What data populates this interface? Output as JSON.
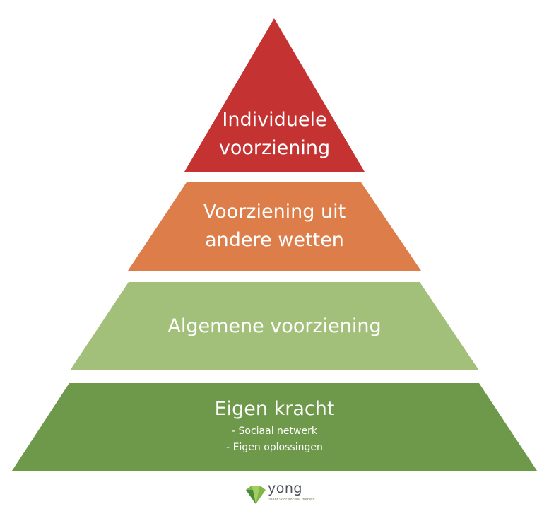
{
  "tiers": [
    {
      "name": "individuele-voorziening",
      "lines": [
        "Individuele",
        "voorziening"
      ],
      "color": "#c53232"
    },
    {
      "name": "voorziening-uit-andere-wetten",
      "lines": [
        "Voorziening uit",
        "andere wetten"
      ],
      "color": "#dc7d4a"
    },
    {
      "name": "algemene-voorziening",
      "lines": [
        "Algemene voorziening"
      ],
      "color": "#a3c07a"
    },
    {
      "name": "eigen-kracht",
      "lines": [
        "Eigen kracht"
      ],
      "sublines": [
        "- Sociaal netwerk",
        "- Eigen oplossingen"
      ],
      "color": "#6e984a"
    }
  ],
  "logo": {
    "word": "yong",
    "tagline": "talent voor sociaal domein",
    "icon": "diamond-icon",
    "colors": {
      "green": "#84b54a",
      "dark_green": "#4e8a37",
      "text": "#4b4f59"
    }
  }
}
